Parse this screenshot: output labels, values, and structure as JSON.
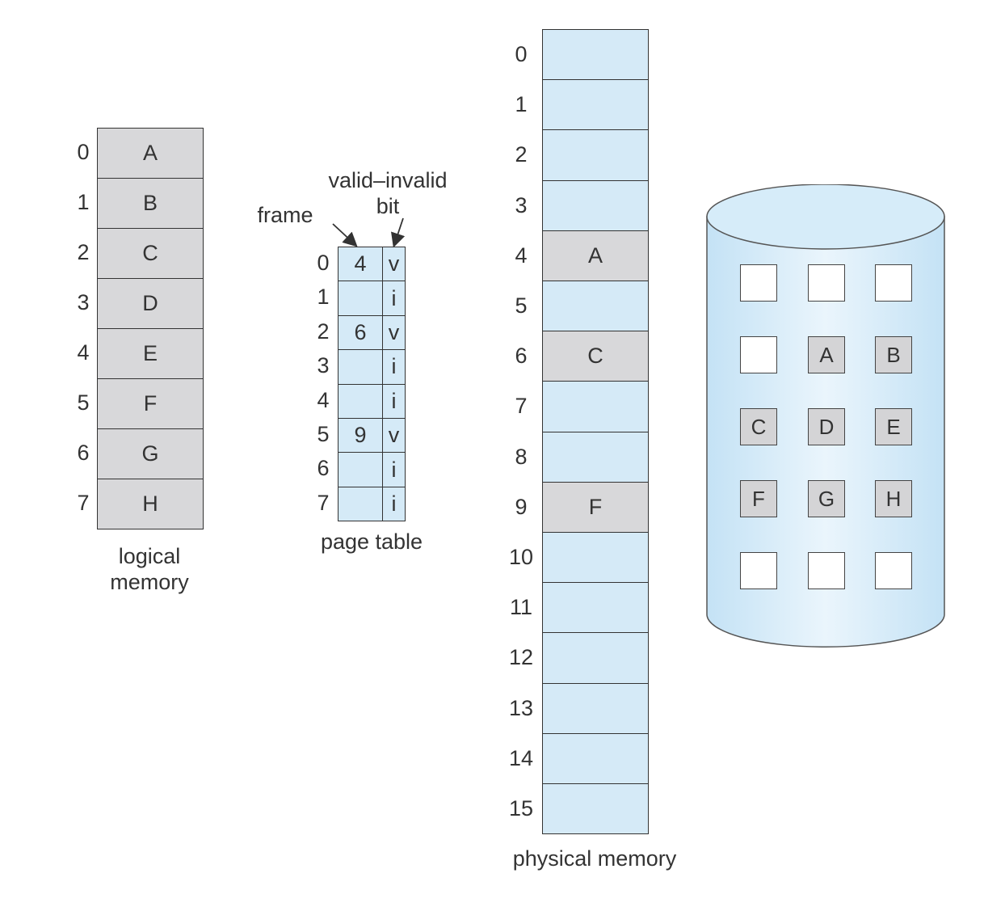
{
  "logical_memory": {
    "caption": "logical\nmemory",
    "pages": [
      {
        "index": "0",
        "label": "A"
      },
      {
        "index": "1",
        "label": "B"
      },
      {
        "index": "2",
        "label": "C"
      },
      {
        "index": "3",
        "label": "D"
      },
      {
        "index": "4",
        "label": "E"
      },
      {
        "index": "5",
        "label": "F"
      },
      {
        "index": "6",
        "label": "G"
      },
      {
        "index": "7",
        "label": "H"
      }
    ]
  },
  "page_table": {
    "caption": "page table",
    "frame_label": "frame",
    "valid_bit_label": "valid–invalid\nbit",
    "rows": [
      {
        "index": "0",
        "frame": "4",
        "bit": "v"
      },
      {
        "index": "1",
        "frame": "",
        "bit": "i"
      },
      {
        "index": "2",
        "frame": "6",
        "bit": "v"
      },
      {
        "index": "3",
        "frame": "",
        "bit": "i"
      },
      {
        "index": "4",
        "frame": "",
        "bit": "i"
      },
      {
        "index": "5",
        "frame": "9",
        "bit": "v"
      },
      {
        "index": "6",
        "frame": "",
        "bit": "i"
      },
      {
        "index": "7",
        "frame": "",
        "bit": "i"
      }
    ]
  },
  "physical_memory": {
    "caption": "physical memory",
    "frames": [
      {
        "index": "0",
        "label": ""
      },
      {
        "index": "1",
        "label": ""
      },
      {
        "index": "2",
        "label": ""
      },
      {
        "index": "3",
        "label": ""
      },
      {
        "index": "4",
        "label": "A"
      },
      {
        "index": "5",
        "label": ""
      },
      {
        "index": "6",
        "label": "C"
      },
      {
        "index": "7",
        "label": ""
      },
      {
        "index": "8",
        "label": ""
      },
      {
        "index": "9",
        "label": "F"
      },
      {
        "index": "10",
        "label": ""
      },
      {
        "index": "11",
        "label": ""
      },
      {
        "index": "12",
        "label": ""
      },
      {
        "index": "13",
        "label": ""
      },
      {
        "index": "14",
        "label": ""
      },
      {
        "index": "15",
        "label": ""
      }
    ]
  },
  "backing_store": {
    "rows": [
      [
        "",
        "",
        ""
      ],
      [
        "",
        "A",
        "B"
      ],
      [
        "C",
        "D",
        "E"
      ],
      [
        "F",
        "G",
        "H"
      ],
      [
        "",
        "",
        ""
      ]
    ]
  },
  "colors": {
    "page_gray": "#d8d8da",
    "memory_blue": "#d5eaf7"
  }
}
